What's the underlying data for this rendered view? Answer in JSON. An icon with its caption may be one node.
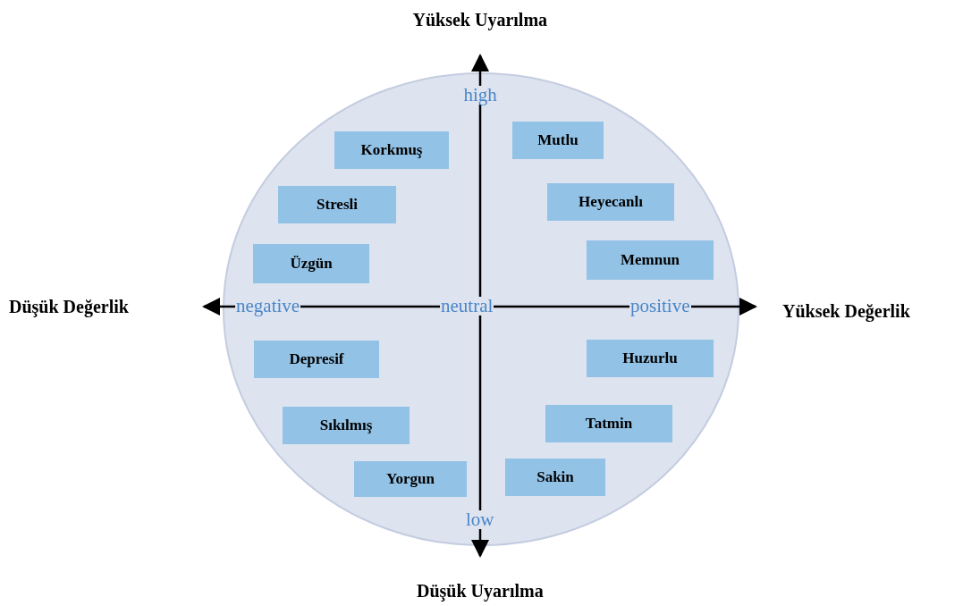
{
  "diagram": {
    "nodes": [
      {
        "text": [
          "Korkmuş"
        ]
      },
      {
        "text": [
          "Mutlu"
        ]
      },
      {
        "text": [
          "Stresli"
        ]
      },
      {
        "text": [
          "Heyecanlı"
        ]
      },
      {
        "text": [
          "Üzgün"
        ]
      },
      {
        "text": [
          "Memnun"
        ]
      },
      {
        "text": [
          "Depresif"
        ]
      },
      {
        "text": [
          "Huzurlu"
        ]
      },
      {
        "text": [
          "Sıkılmış"
        ]
      },
      {
        "text": [
          "Tatmin"
        ]
      },
      {
        "text": [
          "Yorgun"
        ]
      },
      {
        "text": [
          "Sakin"
        ]
      }
    ],
    "edges": [],
    "labels": [
      "Yüksek Uyarılma",
      "high",
      "Düşük Değerlik",
      "negative",
      "neutral",
      "positive",
      "Yüksek Değerlik",
      "low",
      "Düşük Uyarılma"
    ]
  }
}
